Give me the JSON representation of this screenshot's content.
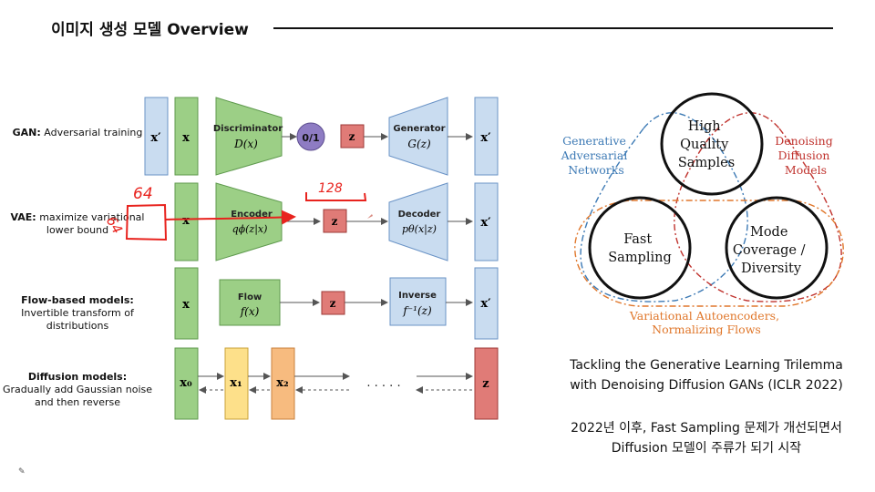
{
  "slide": {
    "title": "이미지 생성 모델 Overview"
  },
  "rows": {
    "gan": {
      "title": "GAN:",
      "desc": "Adversarial training",
      "x_prime_left": "x′",
      "x": "x",
      "disc_title": "Discriminator",
      "disc_func": "D(x)",
      "output": "0/1",
      "z": "z",
      "gen_title": "Generator",
      "gen_func": "G(z)",
      "x_prime_out": "x′"
    },
    "vae": {
      "title": "VAE:",
      "desc": "maximize variational lower bound",
      "x": "x",
      "enc_title": "Encoder",
      "enc_func": "qϕ(z|x)",
      "z": "z",
      "dec_title": "Decoder",
      "dec_func": "pθ(x|z)",
      "x_prime_out": "x′"
    },
    "flow": {
      "title": "Flow-based models:",
      "desc": "Invertible transform of distributions",
      "x": "x",
      "flow_title": "Flow",
      "flow_func": "f(x)",
      "z": "z",
      "inv_title": "Inverse",
      "inv_func": "f⁻¹(z)",
      "x_prime_out": "x′"
    },
    "diffusion": {
      "title": "Diffusion models:",
      "desc": "Gradually add Gaussian noise and then reverse",
      "x0": "x₀",
      "x1": "x₁",
      "x2": "x₂",
      "dots": "· · · · ·",
      "z": "z"
    }
  },
  "annotations": {
    "num_64_top": "64",
    "num_64_side": "64",
    "num_128": "128"
  },
  "trilemma": {
    "quality": [
      "High",
      "Quality",
      "Samples"
    ],
    "fast": [
      "Fast",
      "Sampling"
    ],
    "mode": [
      "Mode",
      "Coverage /",
      "Diversity"
    ],
    "gan_label": [
      "Generative",
      "Adversarial",
      "Networks"
    ],
    "diffusion_label": [
      "Denoising",
      "Diffusion",
      "Models"
    ],
    "vae_label": [
      "Variational Autoencoders,",
      "Normalizing Flows"
    ]
  },
  "captions": {
    "paper_line1": "Tackling the Generative Learning Trilemma",
    "paper_line2": "with Denoising Diffusion GANs (ICLR 2022)",
    "note_line1": "2022년 이후, Fast Sampling 문제가 개선되면서",
    "note_line2": "Diffusion 모델이 주류가 되기 시작"
  },
  "colors": {
    "blue_fill": "#c9dcf0",
    "blue_stroke": "#6a93c6",
    "green_fill": "#9ccf86",
    "green_stroke": "#5f9a4e",
    "red_fill": "#e07b77",
    "red_stroke": "#9e3a37",
    "purple": "#8e7cc3",
    "yellow_fill": "#fde08a",
    "orange_fill": "#f7bb7f",
    "annotation_red": "#e8231e",
    "gan_blue": "#3d7ab5",
    "diff_red": "#c0332e",
    "vae_orange": "#e0772b"
  }
}
